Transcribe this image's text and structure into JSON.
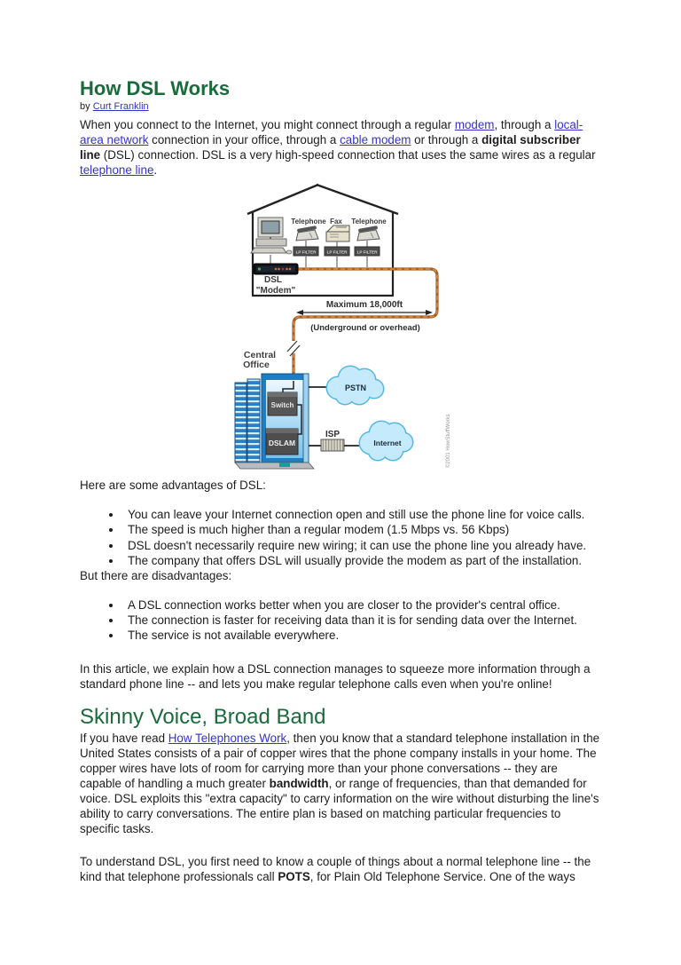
{
  "article": {
    "title": "How DSL Works",
    "byline": {
      "prefix": "by ",
      "author": "Curt Franklin"
    },
    "intro": {
      "segments": [
        {
          "text": "When you connect to the Internet, you might connect through a regular "
        },
        {
          "text": "modem"
        },
        {
          "text": ", through a "
        },
        {
          "text": "local-area network"
        },
        {
          "text": " connection in your office, through a "
        },
        {
          "text": "cable modem"
        },
        {
          "text": " or through a "
        },
        {
          "text": "digital subscriber line"
        },
        {
          "text": " (DSL) connection. DSL is a very high-speed connection that uses the same wires as a regular "
        },
        {
          "text": "telephone line"
        },
        {
          "text": "."
        }
      ]
    },
    "advantages": {
      "lead": "Here are some advantages of DSL:",
      "items": [
        "You can leave your Internet connection open and still use the phone line for voice calls.",
        "The speed is much higher than a regular modem (1.5 Mbps vs. 56 Kbps)",
        "DSL doesn't necessarily require new wiring; it can use the phone line you already have.",
        "The company that offers DSL will usually provide the modem as part of the installation."
      ]
    },
    "disadvantages": {
      "lead": "But there are disadvantages:",
      "items": [
        "A DSL connection works better when you are closer to the provider's central office.",
        "The connection is faster for receiving data than it is for sending data over the Internet.",
        "The service is not available everywhere."
      ]
    },
    "closing": "In this article, we explain how a DSL connection manages to squeeze more information through a standard phone line -- and lets you make regular telephone calls even when you're online!",
    "section2": {
      "title": "Skinny Voice, Broad Band",
      "para1": {
        "segments": [
          {
            "text": "If you have read "
          },
          {
            "text": "How Telephones Work"
          },
          {
            "text": ", then you know that a standard telephone installation in the United States consists of a pair of copper wires that the phone company installs in your home. The copper wires have lots of room for carrying more than your phone conversations -- they are capable of handling a much greater "
          },
          {
            "text": "bandwidth"
          },
          {
            "text": ", or range of frequencies, than that demanded for voice. DSL exploits this \"extra capacity\" to carry information on the wire without disturbing the line's ability to carry conversations. The entire plan is based on matching particular frequencies to specific tasks."
          }
        ]
      },
      "para2": {
        "segments": [
          {
            "text": "To understand DSL, you first need to know a couple of things about a normal telephone line -- the kind that telephone professionals call "
          },
          {
            "text": "POTS"
          },
          {
            "text": ", for Plain Old Telephone Service. One of the ways"
          }
        ]
      }
    }
  },
  "diagram": {
    "house": {
      "device_labels": [
        "Telephone",
        "Fax",
        "Telephone"
      ],
      "filter_label": "LP FILTER",
      "modem_label_line1": "DSL",
      "modem_label_line2": "\"Modem\""
    },
    "distance_label": "Maximum 18,000ft",
    "route_label": "(Underground or overhead)",
    "central_office_line1": "Central",
    "central_office_line2": "Office",
    "switch_label": "Switch",
    "dslam_label": "DSLAM",
    "pstn_label": "PSTN",
    "isp_label": "ISP",
    "internet_label": "Internet",
    "credit": "©2001 HowStuffWorks",
    "colors": {
      "heading_green": "#1a6b3c",
      "link_blue": "#3333cc",
      "wire_copper": "#a65e26",
      "cloud_blue": "#c4eafc",
      "building_blue": "#2b7fc2"
    }
  }
}
